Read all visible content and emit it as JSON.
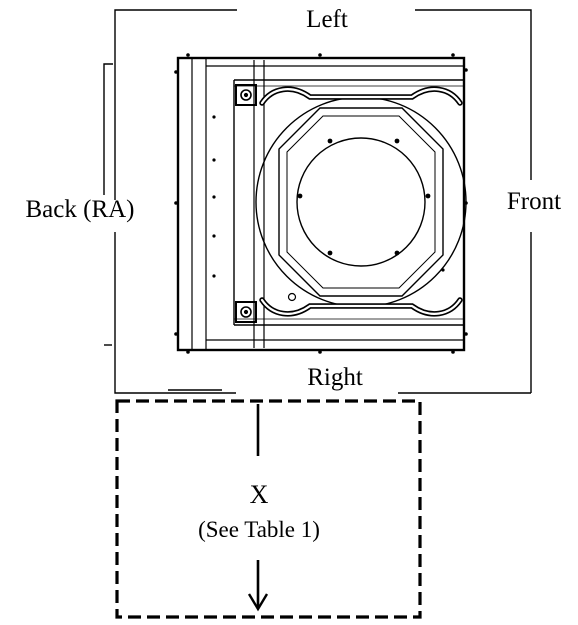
{
  "labels": {
    "left": "Left",
    "right": "Right",
    "front": "Front",
    "back": "Back (RA)",
    "dimension": "X",
    "dimension_note": "(See Table 1)"
  },
  "colors": {
    "line": "#000000",
    "background": "#ffffff"
  }
}
